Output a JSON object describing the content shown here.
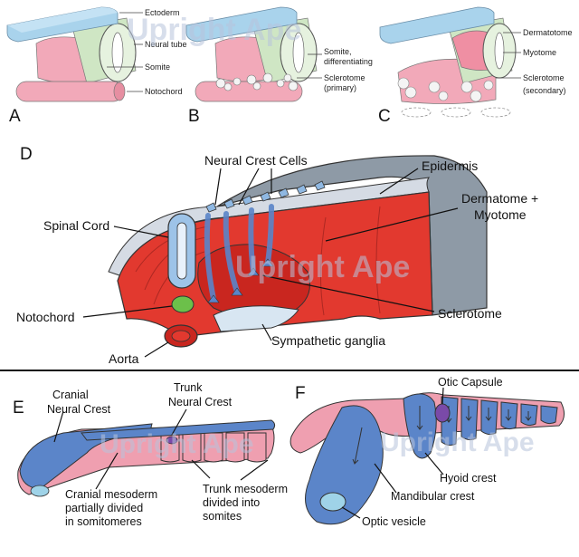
{
  "panels": {
    "A": "A",
    "B": "B",
    "C": "C",
    "D": "D",
    "E": "E",
    "F": "F"
  },
  "panel_a": {
    "ectoderm": "Ectoderm",
    "neural_tube": "Neural tube",
    "somite": "Somite",
    "notochord": "Notochord"
  },
  "panel_b": {
    "somite_differentiating_1": "Somite,",
    "somite_differentiating_2": "differentiating",
    "sclerotome_1": "Sclerotome",
    "sclerotome_2": "(primary)"
  },
  "panel_c": {
    "dermatotome": "Dermatotome",
    "myotome": "Myotome",
    "sclerotome_1": "Sclerotome",
    "sclerotome_2": "(secondary)"
  },
  "panel_d": {
    "neural_crest_cells": "Neural Crest Cells",
    "epidermis": "Epidermis",
    "spinal_cord": "Spinal Cord",
    "dermatome_myotome_1": "Dermatome +",
    "dermatome_myotome_2": "Myotome",
    "notochord": "Notochord",
    "sclerotome": "Sclerotome",
    "aorta": "Aorta",
    "sympathetic_ganglia": "Sympathetic ganglia"
  },
  "panel_e": {
    "cranial_neural_crest_1": "Cranial",
    "cranial_neural_crest_2": "Neural Crest",
    "trunk_neural_crest_1": "Trunk",
    "trunk_neural_crest_2": "Neural Crest",
    "cranial_mesoderm_1": "Cranial mesoderm",
    "cranial_mesoderm_2": "partially divided",
    "cranial_mesoderm_3": "in somitomeres",
    "trunk_mesoderm_1": "Trunk mesoderm",
    "trunk_mesoderm_2": "divided into",
    "trunk_mesoderm_3": "somites"
  },
  "panel_f": {
    "otic_capsule": "Otic Capsule",
    "hyoid_crest": "Hyoid crest",
    "mandibular_crest": "Mandibular crest",
    "optic_vesicle": "Optic vesicle"
  },
  "watermark": "Upright Ape",
  "colors": {
    "ectoderm_blue": "#a9d3ec",
    "tissue_pink": "#ef9fb0",
    "neural_green": "#cfe6c4",
    "muscle_red": "#e2392f",
    "crest_blue": "#5b85c9",
    "epidermis_gray": "#8e9aa6"
  }
}
